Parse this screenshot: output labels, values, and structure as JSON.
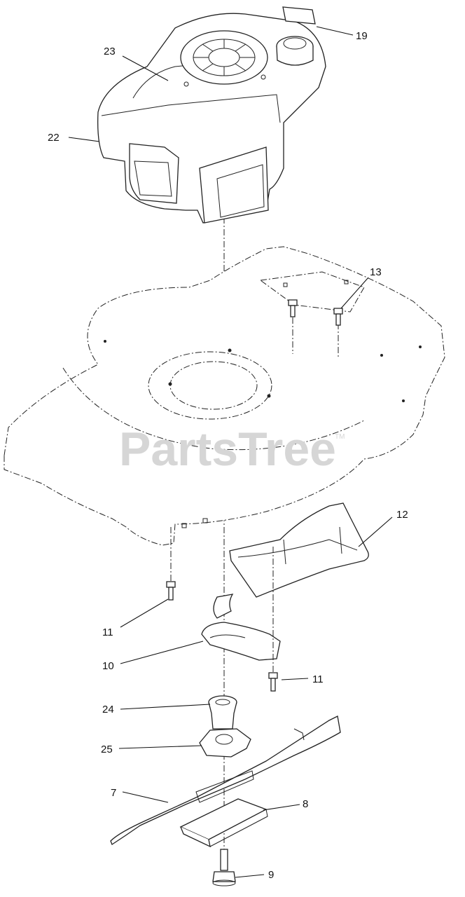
{
  "watermark": {
    "text": "PartsTree",
    "trademark": "TM"
  },
  "callouts": {
    "c19": "19",
    "c23": "23",
    "c22": "22",
    "c13": "13",
    "c12": "12",
    "c11a": "11",
    "c10": "10",
    "c11b": "11",
    "c24": "24",
    "c25": "25",
    "c7": "7",
    "c8": "8",
    "c9": "9"
  }
}
